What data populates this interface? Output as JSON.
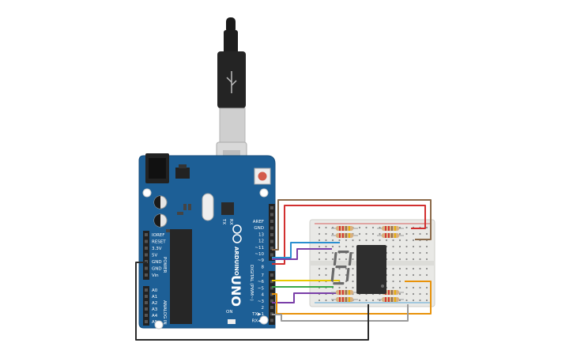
{
  "board": {
    "model": "UNO",
    "brand": "ARDUINO",
    "tx_label": "TX",
    "rx_label": "RX",
    "on_label": "ON",
    "power_header": [
      "IOREF",
      "RESET",
      "3.3V",
      "5V",
      "GND",
      "GND",
      "Vin"
    ],
    "power_title": "POWER",
    "analog_header": [
      "A0",
      "A1",
      "A2",
      "A3",
      "A4",
      "A5"
    ],
    "analog_title": "ANALOG IN",
    "digital_top": [
      "AREF",
      "GND",
      "13",
      "12",
      "~11",
      "~10",
      "~9",
      "8"
    ],
    "digital_bottom": [
      "7",
      "~6",
      "~5",
      "4",
      "~3",
      "2",
      "TX▶1",
      "RX◀0"
    ],
    "digital_title": "DIGITAL (PWM~)"
  },
  "display": {
    "digit": "8"
  },
  "colors": {
    "board": "#1d5f96",
    "breadboard": "#e9e9e6",
    "resistor_body": "#d8b080",
    "wire_brown": "#8b6a4a",
    "wire_red": "#d23030",
    "wire_blue": "#2a8fd0",
    "wire_purple": "#7a3fa8",
    "wire_yellow": "#e8c800",
    "wire_green": "#3aa84a",
    "wire_orange": "#e8920a",
    "wire_gray": "#9a9a9a",
    "wire_black": "#2b2b2b",
    "display_body": "#2e2e2e",
    "segment_off": "#6a6a6a"
  }
}
